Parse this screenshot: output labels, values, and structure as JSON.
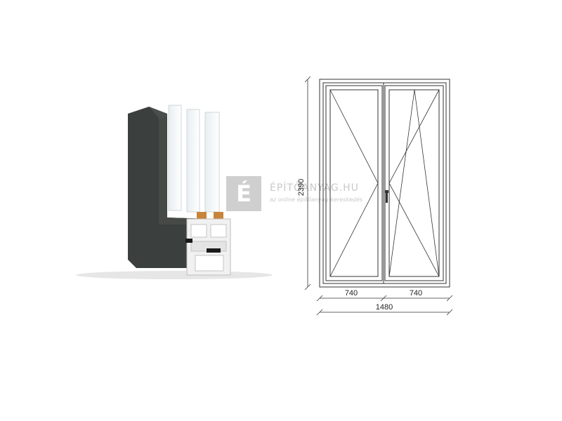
{
  "watermark": {
    "logo_letter": "É",
    "site_name": "ÉPÍTŐANYAG.HU",
    "tagline": "az online építőanyag-kereskedés",
    "logo_color": "#c9c9c9"
  },
  "profile": {
    "frame_color": "#3b3f3d",
    "pvc_color": "#f1f1f1",
    "gasket_color": "#1a1a1a",
    "reinforcement_color": "#c8843a"
  },
  "drawing": {
    "dim_height": "2390",
    "dim_leaf_left": "740",
    "dim_leaf_right": "740",
    "dim_total_width": "1480",
    "left_leaf_opening": "turn",
    "right_leaf_opening": "tilt-turn",
    "handle_side": "right-leaf-left-edge",
    "line_color": "#333333"
  }
}
